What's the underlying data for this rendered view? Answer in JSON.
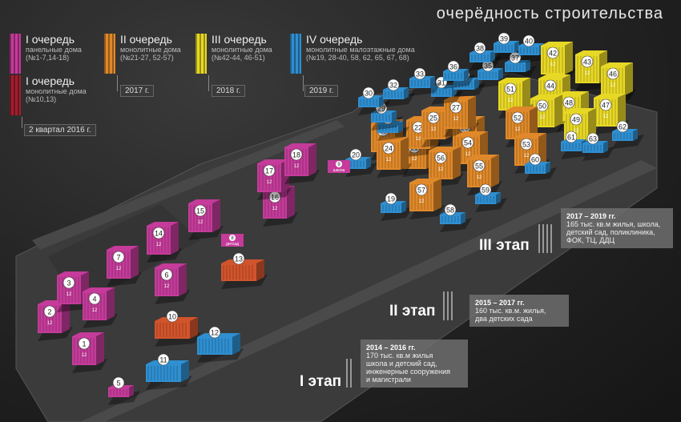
{
  "header": {
    "title": "очерёдность строительства"
  },
  "legend": [
    {
      "title": "I очередь",
      "subtitle": "панельные дома",
      "numbers": "(№1-7,14-18)",
      "color": "#c43b9a"
    },
    {
      "title": "I очередь",
      "subtitle": "монолитные дома",
      "numbers": "(№10,13)",
      "color": "#a01f2f",
      "year": "2 квартал 2016 г."
    },
    {
      "title": "II очередь",
      "subtitle": "монолитные дома",
      "numbers": "(№21-27, 52-57)",
      "color": "#e0892a",
      "year": "2017 г."
    },
    {
      "title": "III очередь",
      "subtitle": "монолитные дома",
      "numbers": "(№42-44, 46-51)",
      "color": "#e8d826",
      "year": "2018 г."
    },
    {
      "title": "IV очередь",
      "subtitle": "монолитные малоэтажные дома",
      "numbers": "(№19, 28-40, 58, 62, 65, 67, 68)",
      "color": "#2f8fd1",
      "year": "2019 г."
    }
  ],
  "stages": [
    {
      "label": "I этап",
      "years": "2014 – 2016 гг.",
      "lines": [
        "170 тыс. кв.м жилья",
        "школа и детский сад,",
        "инженерные сооружения",
        "и магистрали"
      ]
    },
    {
      "label": "II этап",
      "years": "2015 – 2017 гг.",
      "lines": [
        "160 тыс. кв.м. жилья,",
        "два детских сада"
      ]
    },
    {
      "label": "III этап",
      "years": "2017 – 2019 гг.",
      "lines": [
        "165 тыс. кв.м жилья, школа,",
        "детский сад, поликлиника,",
        "ФОК, ТЦ, ДДЦ"
      ]
    }
  ],
  "map": {
    "floors": "12",
    "buildings": [
      {
        "num": "1",
        "group": "p1"
      },
      {
        "num": "2",
        "group": "p1"
      },
      {
        "num": "3",
        "group": "p1"
      },
      {
        "num": "4",
        "group": "p1"
      },
      {
        "num": "5",
        "group": "p1"
      },
      {
        "num": "6",
        "group": "p1"
      },
      {
        "num": "7",
        "group": "p1"
      },
      {
        "num": "10",
        "group": "m1"
      },
      {
        "num": "11",
        "group": "q4"
      },
      {
        "num": "12",
        "group": "q4"
      },
      {
        "num": "13",
        "group": "m1"
      },
      {
        "num": "14",
        "group": "p1"
      },
      {
        "num": "15",
        "group": "p1"
      },
      {
        "num": "16",
        "group": "p1"
      },
      {
        "num": "17",
        "group": "p1"
      },
      {
        "num": "18",
        "group": "p1"
      },
      {
        "num": "19",
        "group": "q4"
      },
      {
        "num": "20",
        "group": "q4"
      },
      {
        "num": "21",
        "group": "q2"
      },
      {
        "num": "22",
        "group": "q2"
      },
      {
        "num": "23",
        "group": "q2"
      },
      {
        "num": "24",
        "group": "q2"
      },
      {
        "num": "25",
        "group": "q2"
      },
      {
        "num": "26",
        "group": "q2"
      },
      {
        "num": "27",
        "group": "q2"
      },
      {
        "num": "28",
        "group": "q4"
      },
      {
        "num": "29",
        "group": "q4"
      },
      {
        "num": "30",
        "group": "q4"
      },
      {
        "num": "31",
        "group": "q4"
      },
      {
        "num": "32",
        "group": "q4"
      },
      {
        "num": "33",
        "group": "q4"
      },
      {
        "num": "34",
        "group": "q4"
      },
      {
        "num": "35",
        "group": "q4"
      },
      {
        "num": "36",
        "group": "q4"
      },
      {
        "num": "37",
        "group": "q4"
      },
      {
        "num": "38",
        "group": "q4"
      },
      {
        "num": "39",
        "group": "q4"
      },
      {
        "num": "40",
        "group": "q4"
      },
      {
        "num": "42",
        "group": "q3"
      },
      {
        "num": "43",
        "group": "q3"
      },
      {
        "num": "44",
        "group": "q3"
      },
      {
        "num": "46",
        "group": "q3"
      },
      {
        "num": "47",
        "group": "q3"
      },
      {
        "num": "48",
        "group": "q3"
      },
      {
        "num": "49",
        "group": "q3"
      },
      {
        "num": "50",
        "group": "q3"
      },
      {
        "num": "51",
        "group": "q3"
      },
      {
        "num": "52",
        "group": "q2"
      },
      {
        "num": "53",
        "group": "q2"
      },
      {
        "num": "54",
        "group": "q2"
      },
      {
        "num": "55",
        "group": "q2"
      },
      {
        "num": "56",
        "group": "q2"
      },
      {
        "num": "57",
        "group": "q2"
      },
      {
        "num": "58",
        "group": "q4"
      },
      {
        "num": "59",
        "group": "q4"
      },
      {
        "num": "60",
        "group": "q4"
      },
      {
        "num": "61",
        "group": "q4"
      },
      {
        "num": "62",
        "group": "q4"
      },
      {
        "num": "63",
        "group": "q4"
      }
    ],
    "facilities": [
      {
        "num": "8",
        "label": "детсад"
      },
      {
        "num": "9",
        "label": "школа"
      }
    ]
  },
  "colors": {
    "p1": "#c43b9a",
    "m1": "#d2542c",
    "q2": "#e0892a",
    "q3": "#e8d826",
    "q4": "#2f8fd1"
  }
}
